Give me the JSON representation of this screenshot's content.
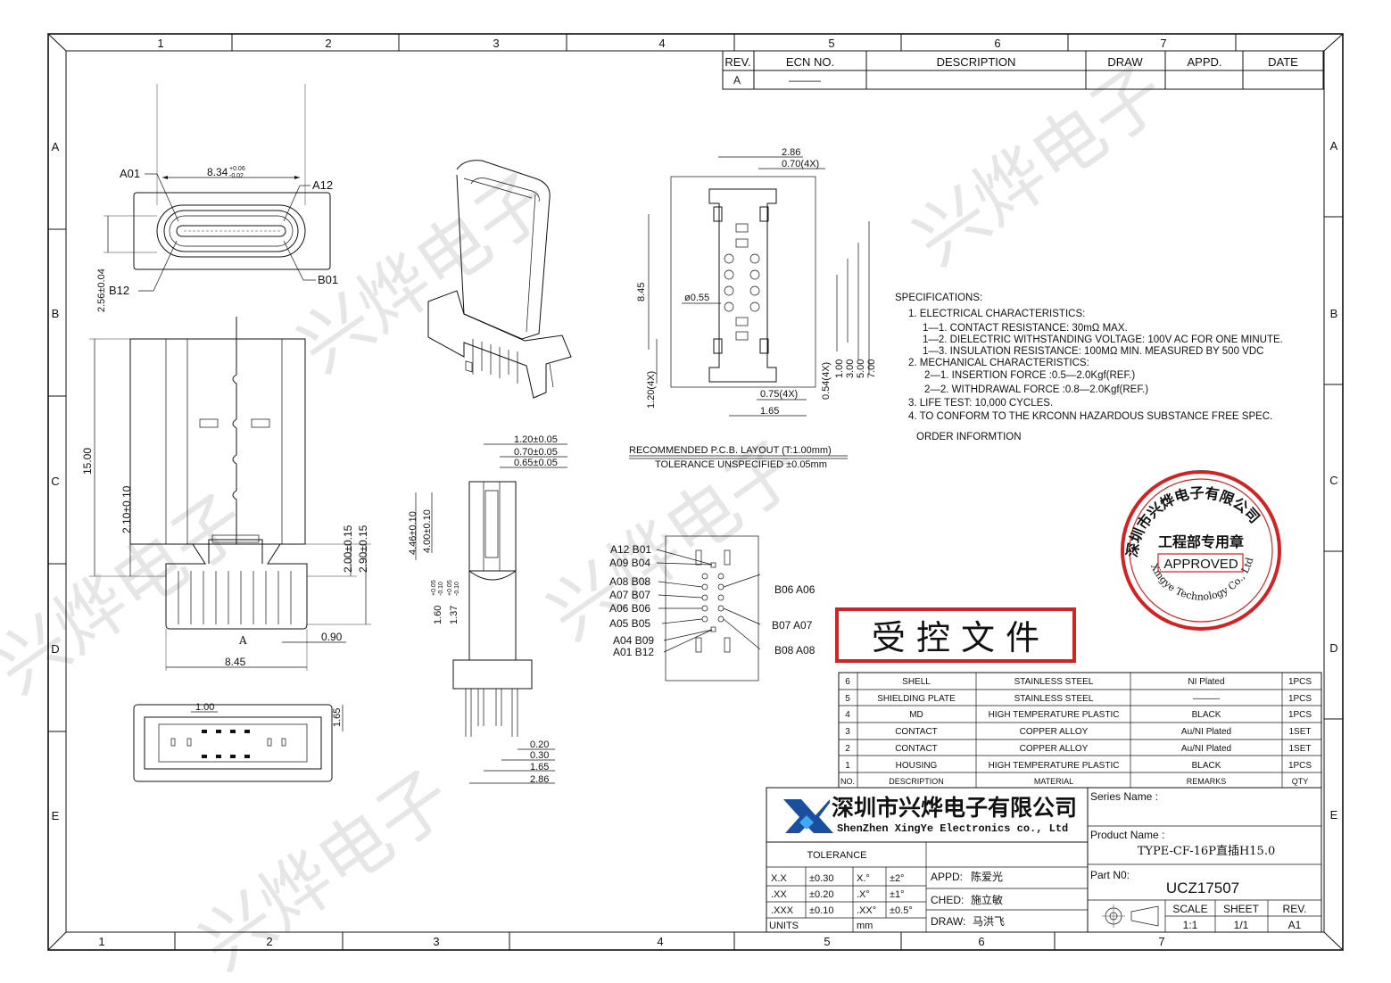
{
  "watermark": {
    "text": "兴烨电子"
  },
  "frame": {
    "top_zones": [
      "1",
      "2",
      "3",
      "4",
      "5",
      "6",
      "7"
    ],
    "bottom_zones": [
      "1",
      "2",
      "3",
      "4",
      "5",
      "6",
      "7"
    ],
    "left_zones": [
      "A",
      "B",
      "C",
      "D",
      "E"
    ],
    "right_zones": [
      "A",
      "B",
      "C",
      "D",
      "E"
    ]
  },
  "revision_table": {
    "headers": [
      "REV.",
      "ECN NO.",
      "DESCRIPTION",
      "DRAW",
      "APPD.",
      "DATE"
    ],
    "row": {
      "rev": "A",
      "ecn": "———",
      "description": "",
      "draw": "",
      "appd": "",
      "date": ""
    }
  },
  "views": {
    "front": {
      "dim_width": "8.34",
      "tol_upper": "+0.06",
      "tol_lower": "-0.02",
      "dim_height": "2.56±0.04",
      "label_a01": "A01",
      "label_a12": "A12",
      "label_b12": "B12",
      "label_b01": "B01"
    },
    "side": {
      "dim_height": "15.00",
      "dim_210": "2.10±0.10",
      "dim_200": "2.00±0.15",
      "dim_290": "2.90±0.15",
      "dim_width": "8.45",
      "dim_090": "0.90",
      "section_label": "A"
    },
    "bottom": {
      "dim_100": "1.00",
      "dim_165": "1.65"
    },
    "section": {
      "dim_120": "1.20±0.05",
      "dim_070": "0.70±0.05",
      "dim_065": "0.65±0.05",
      "dim_446": "4.46±0.10",
      "dim_400": "4.00±0.10",
      "dim_160": "1.60",
      "tol_160_up": "+0.05",
      "tol_160_dn": "-0.10",
      "dim_137": "1.37",
      "tol_137_up": "+0.05",
      "tol_137_dn": "-0.10",
      "dim_020": "0.20",
      "dim_030": "0.30",
      "dim_165": "1.65",
      "dim_286": "2.86"
    },
    "pcb": {
      "dim_286": "2.86",
      "dim_070": "0.70(4X)",
      "dim_845": "8.45",
      "dim_055": "ø0.55",
      "dim_120": "1.20(4X)",
      "dim_054": "0.54(4X)",
      "dim_100": "1.00",
      "dim_300": "3.00",
      "dim_500": "5.00",
      "dim_700": "7.00",
      "dim_075": "0.75(4X)",
      "dim_165": "1.65",
      "title": "RECOMMENDED  P.C.B. LAYOUT (T:1.00mm)",
      "tolerance": "TOLERANCE UNSPECIFIED ±0.05mm"
    },
    "pinout": {
      "left": [
        "A12 B01",
        "A09 B04",
        "A08 B08",
        "A07 B07",
        "A06 B06",
        "A05 B05",
        "A04 B09",
        "A01 B12"
      ],
      "right": [
        "B06 A06",
        "B07 A07",
        "B08 A08"
      ]
    }
  },
  "specifications": {
    "title": "SPECIFICATIONS:",
    "lines": [
      "1. ELECTRICAL CHARACTERISTICS:",
      "1—1. CONTACT RESISTANCE: 30mΩ MAX.",
      "1—2. DIELECTRIC WITHSTANDING VOLTAGE: 100V AC FOR ONE MINUTE.",
      "1—3. INSULATION RESISTANCE: 100MΩ MIN. MEASURED BY 500 VDC",
      "2. MECHANICAL CHARACTERISTICS:",
      "2—1. INSERTION FORCE :0.5—2.0Kgf(REF.)",
      "2—2. WITHDRAWAL FORCE :0.8—2.0Kgf(REF.)",
      "3. LIFE TEST: 10,000 CYCLES.",
      "4. TO CONFORM TO THE KRCONN HAZARDOUS SUBSTANCE FREE SPEC."
    ],
    "order": "ORDER INFORMTION"
  },
  "stamp": {
    "ring_text": "深圳市兴烨电子有限公司",
    "inner": "工程部专用章",
    "approved": "APPROVED",
    "en_text": "Xingye Technology Co., Ltd"
  },
  "controlled": {
    "text": "受 控 文 件"
  },
  "bom": {
    "headers": [
      "NO.",
      "DESCRIPTION",
      "MATERIAL",
      "REMARKS",
      "QTY"
    ],
    "rows": [
      [
        "6",
        "SHELL",
        "STAINLESS STEEL",
        "NI Plated",
        "1PCS"
      ],
      [
        "5",
        "SHIELDING PLATE",
        "STAINLESS STEEL",
        "———",
        "1PCS"
      ],
      [
        "4",
        "MD",
        "HIGH TEMPERATURE PLASTIC",
        "BLACK",
        "1PCS"
      ],
      [
        "3",
        "CONTACT",
        "COPPER ALLOY",
        "Au/NI Plated",
        "1SET"
      ],
      [
        "2",
        "CONTACT",
        "COPPER ALLOY",
        "Au/NI Plated",
        "1SET"
      ],
      [
        "1",
        "HOUSING",
        "HIGH TEMPERATURE PLASTIC",
        "BLACK",
        "1PCS"
      ]
    ]
  },
  "title_block": {
    "company_cn": "深圳市兴烨电子有限公司",
    "company_en": "ShenZhen XingYe Electronics co., Ltd",
    "series_label": "Series Name :",
    "series_value": "",
    "product_label": "Product Name :",
    "product_value": "TYPE-CF-16P直插H15.0",
    "part_label": "Part N0:",
    "part_value": "UCZ17507",
    "tolerance_title": "TOLERANCE",
    "tolerances": [
      [
        "X.X",
        "±0.30",
        "X.°",
        "±2°"
      ],
      [
        ".XX",
        "±0.20",
        ".X°",
        "±1°"
      ],
      [
        ".XXX",
        "±0.10",
        ".XX°",
        "±0.5°"
      ]
    ],
    "units_label": "UNITS",
    "units_value": "mm",
    "appd_label": "APPD:",
    "appd_value": "陈爱光",
    "ched_label": "CHED:",
    "ched_value": "施立敏",
    "draw_label": "DRAW:",
    "draw_value": "马洪飞",
    "scale_label": "SCALE",
    "scale_value": "1:1",
    "sheet_label": "SHEET",
    "sheet_value": "1/1",
    "rev_label": "REV.",
    "rev_value": "A1"
  },
  "colors": {
    "stamp_red": "#d22222",
    "logo_blue": "#1a4fa0",
    "line": "#111111"
  }
}
